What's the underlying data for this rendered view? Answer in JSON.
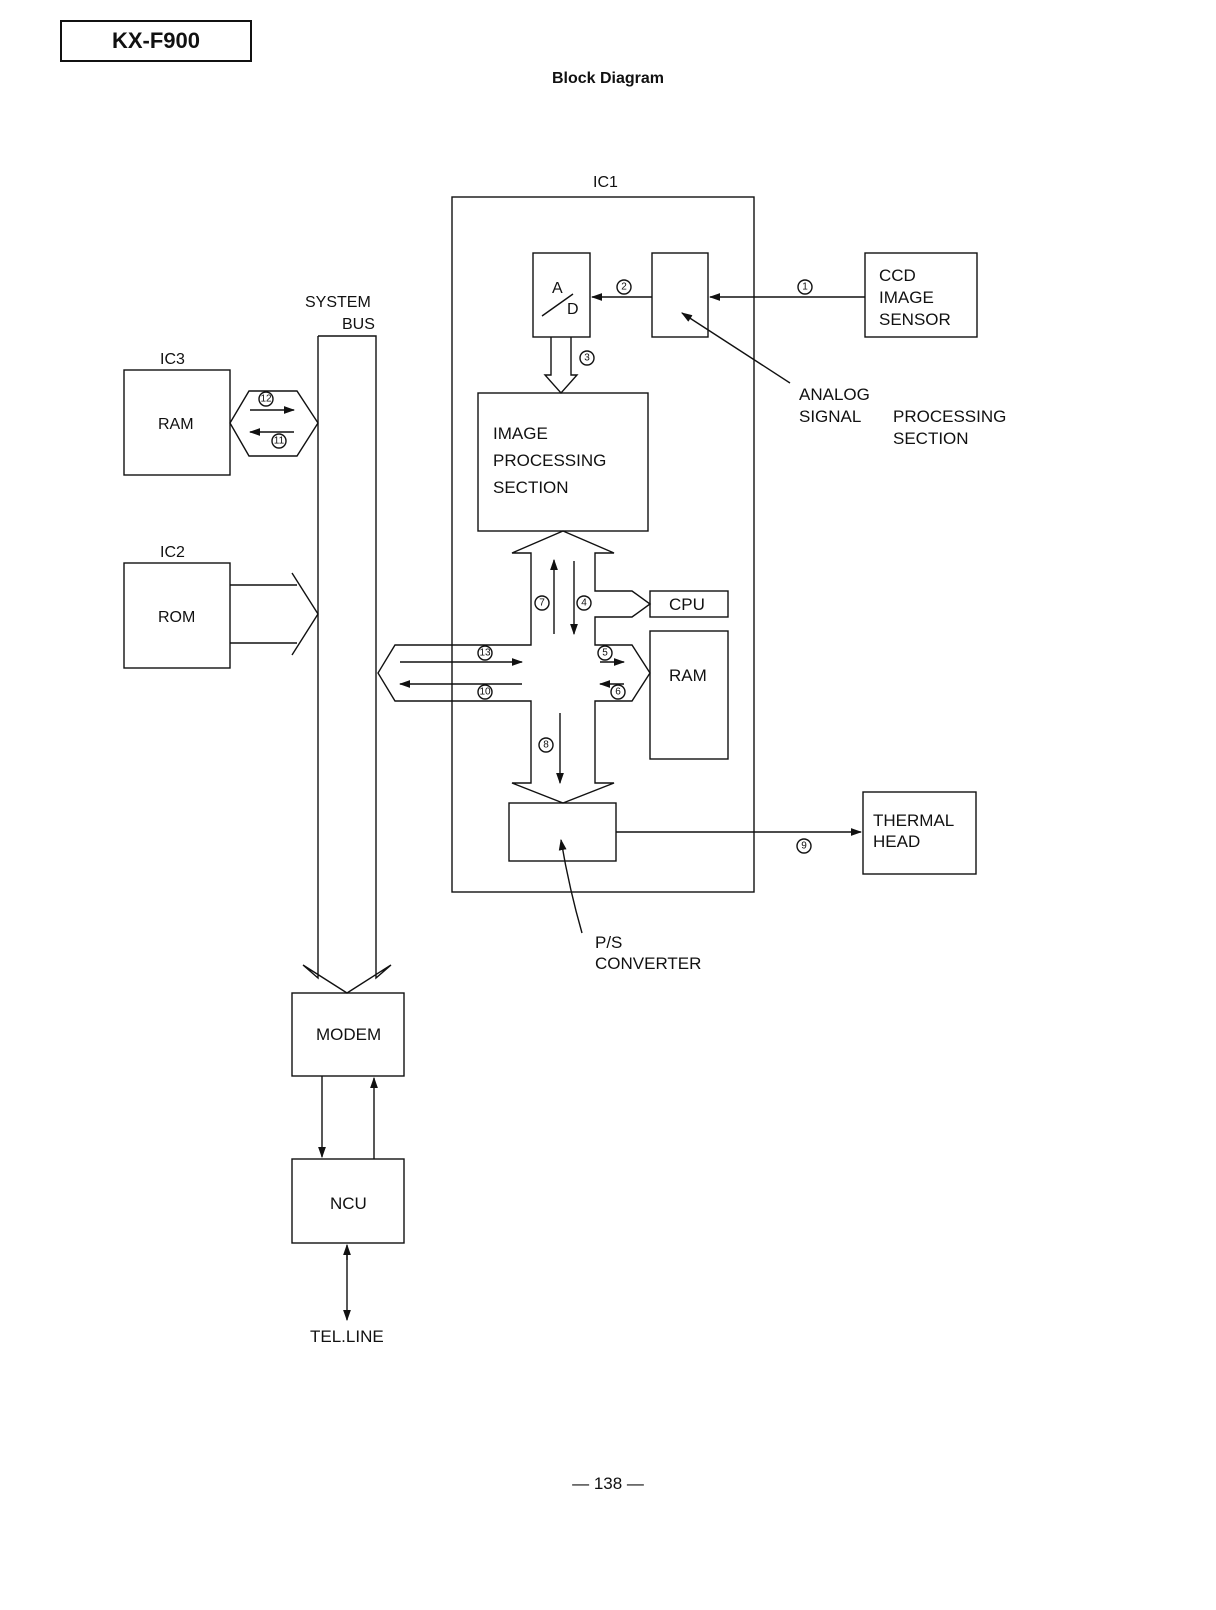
{
  "header": {
    "model": "KX-F900",
    "title": "Block Diagram"
  },
  "diagram": {
    "ic1_label": "IC1",
    "ic2_label": "IC2",
    "ic3_label": "IC3",
    "system_bus": [
      "SYSTEM",
      "BUS"
    ],
    "ram_ic3": "RAM",
    "rom": "ROM",
    "adc": [
      "A",
      "D"
    ],
    "ccd": [
      "CCD",
      "IMAGE",
      "SENSOR"
    ],
    "analog_signal": [
      "ANALOG",
      "SIGNAL"
    ],
    "processing_section": [
      "PROCESSING",
      "SECTION"
    ],
    "image_processing": [
      "IMAGE",
      "PROCESSING",
      "SECTION"
    ],
    "cpu": "CPU",
    "ram_ic1": "RAM",
    "ps_converter": [
      "P/S",
      "CONVERTER"
    ],
    "thermal_head": [
      "THERMAL",
      "HEAD"
    ],
    "modem": "MODEM",
    "ncu": "NCU",
    "tel_line": "TEL.LINE",
    "signals": [
      "1",
      "2",
      "3",
      "4",
      "5",
      "6",
      "7",
      "8",
      "9",
      "10",
      "11",
      "12",
      "13"
    ]
  },
  "footer": {
    "page_number": "138"
  }
}
